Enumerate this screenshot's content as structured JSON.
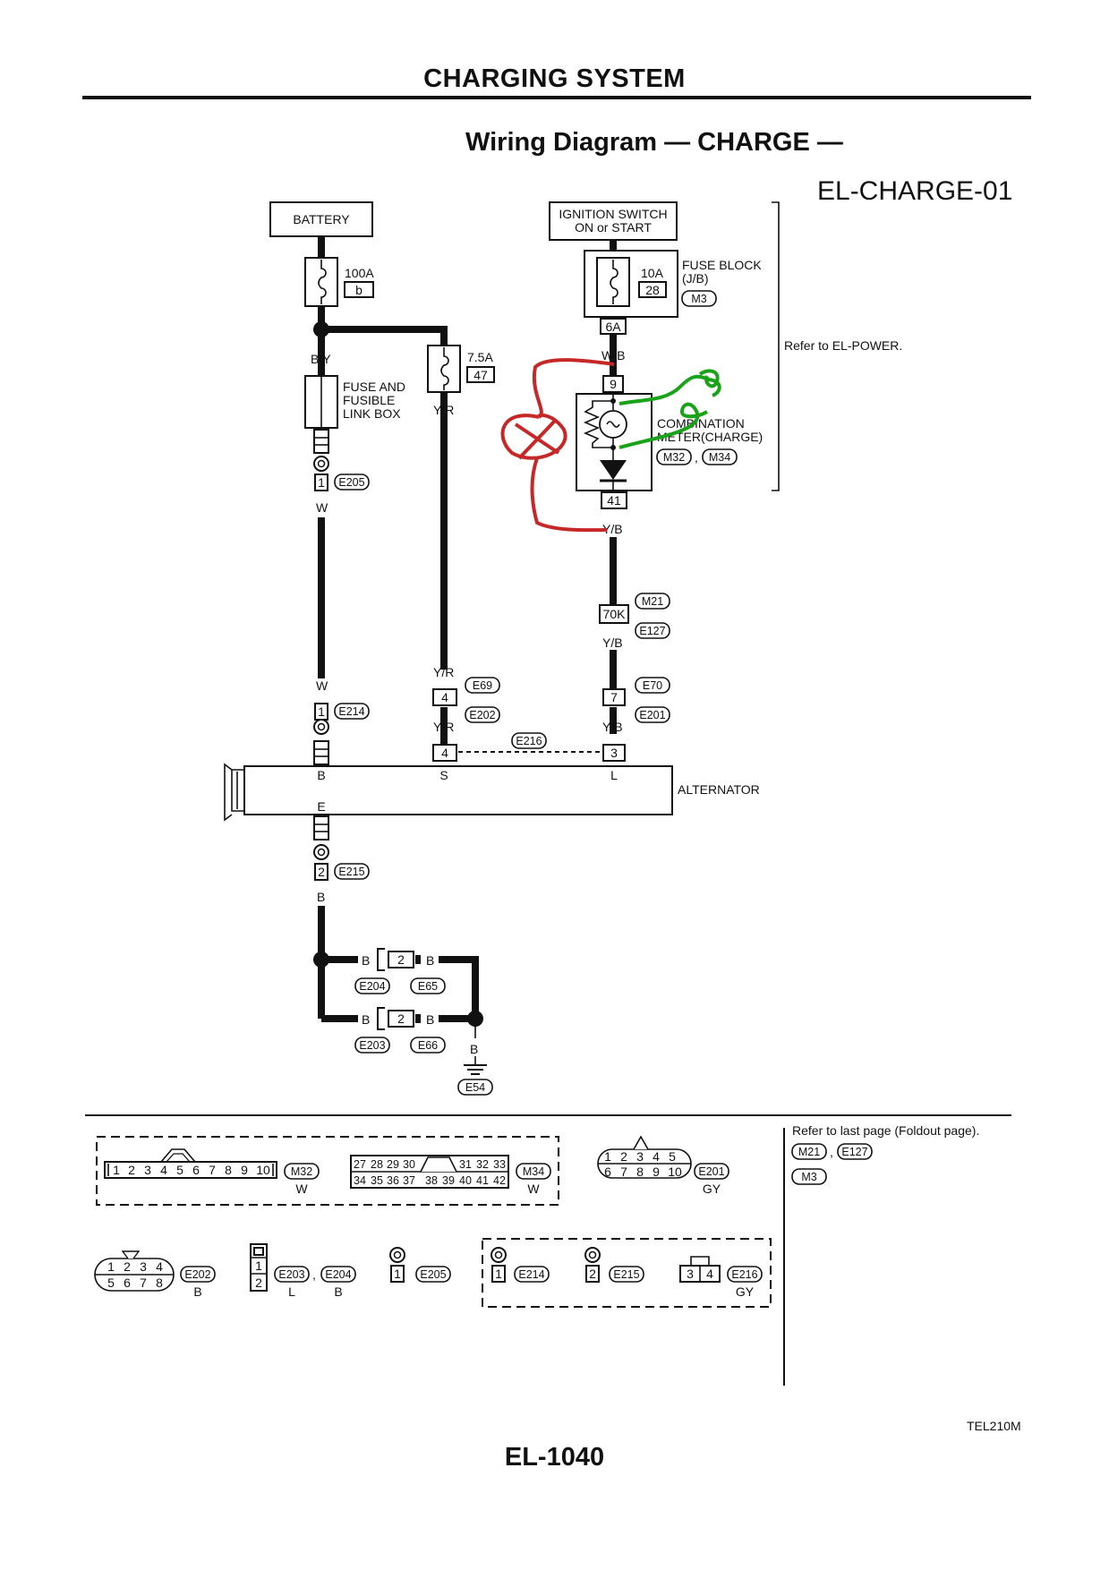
{
  "header": {
    "title": "CHARGING SYSTEM"
  },
  "diagram": {
    "title": "Wiring Diagram — CHARGE —",
    "id": "EL-CHARGE-01"
  },
  "components": {
    "battery": "BATTERY",
    "ignition_line1": "IGNITION SWITCH",
    "ignition_line2": "ON or START",
    "fuse_100a_rating": "100A",
    "fuse_100a_id": "b",
    "fuse_75a_rating": "7.5A",
    "fuse_75a_id": "47",
    "fuse_10a_rating": "10A",
    "fuse_10a_id": "28",
    "fuse_block_line1": "FUSE BLOCK",
    "fuse_block_line2": "(J/B)",
    "fuse_block_conn": "M3",
    "fusible_line1": "FUSE AND",
    "fusible_line2": "FUSIBLE",
    "fusible_line3": "LINK BOX",
    "refer_power": "Refer to EL-POWER.",
    "meter_line1": "COMBINATION",
    "meter_line2": "METER(CHARGE)",
    "meter_conn1": "M32",
    "meter_conn2": "M34",
    "alternator": "ALTERNATOR"
  },
  "wire_colors": {
    "by": "B/Y",
    "w_top": "W",
    "w_mid": "W",
    "yr_top": "Y/R",
    "yr_1": "Y/R",
    "yr_2": "Y/R",
    "wb": "W/B",
    "yb_1": "Y/B",
    "yb_2": "Y/B",
    "yb_3": "Y/B",
    "b_1": "B",
    "b_2": "B",
    "b_3": "B",
    "b_4": "B",
    "b_5": "B",
    "b_6": "B"
  },
  "terminals": {
    "t6a": "6A",
    "t9": "9",
    "t41": "41",
    "t70k": "70K",
    "t7": "7",
    "t3": "3",
    "t4a": "4",
    "t4b": "4",
    "t1_e205": "1",
    "t1_e214": "1",
    "t2_e215": "2",
    "t2_e204": "2",
    "t2_e203": "2",
    "alt_b": "B",
    "alt_s": "S",
    "alt_l": "L",
    "alt_e": "E"
  },
  "connectors": {
    "e205": "E205",
    "e214": "E214",
    "e215": "E215",
    "e69": "E69",
    "e202": "E202",
    "e216": "E216",
    "m21": "M21",
    "e127": "E127",
    "e70": "E70",
    "e201": "E201",
    "e204": "E204",
    "e65": "E65",
    "e203": "E203",
    "e66": "E66",
    "e54": "E54"
  },
  "connector_views": {
    "refer_foldout": "Refer to last page (Foldout page).",
    "foldout_m21": "M21",
    "foldout_e127": "E127",
    "foldout_m3": "M3",
    "m32_pins": [
      "1",
      "2",
      "3",
      "4",
      "5",
      "6",
      "7",
      "8",
      "9",
      "10"
    ],
    "m32_label": "M32",
    "m32_color": "W",
    "m34_pins_top": [
      "27",
      "28",
      "29",
      "30",
      "31",
      "32",
      "33"
    ],
    "m34_pins_bottom": [
      "34",
      "35",
      "36",
      "37",
      "38",
      "39",
      "40",
      "41",
      "42"
    ],
    "m34_label": "M34",
    "m34_color": "W",
    "e201_pins_top": [
      "1",
      "2",
      "3",
      "4",
      "5"
    ],
    "e201_pins_bottom": [
      "6",
      "7",
      "8",
      "9",
      "10"
    ],
    "e201_label": "E201",
    "e201_color": "GY",
    "e202_pins_top": [
      "1",
      "2",
      "3",
      "4"
    ],
    "e202_pins_bottom": [
      "5",
      "6",
      "7",
      "8"
    ],
    "e202_label": "E202",
    "e202_color": "B",
    "e203_pins": [
      "1",
      "2"
    ],
    "e203_label": "E203",
    "e203_color": "L",
    "e204_label": "E204",
    "e204_color": "B",
    "e205_pin": "1",
    "e205_label": "E205",
    "e214_pin": "1",
    "e214_label": "E214",
    "e215_pin": "2",
    "e215_label": "E215",
    "e216_pins": [
      "3",
      "4"
    ],
    "e216_label": "E216",
    "e216_color": "GY"
  },
  "footer": {
    "ref_code": "TEL210M",
    "page": "EL-1040"
  },
  "annotations": {
    "red_color": "#c62828",
    "green_color": "#19a319"
  }
}
